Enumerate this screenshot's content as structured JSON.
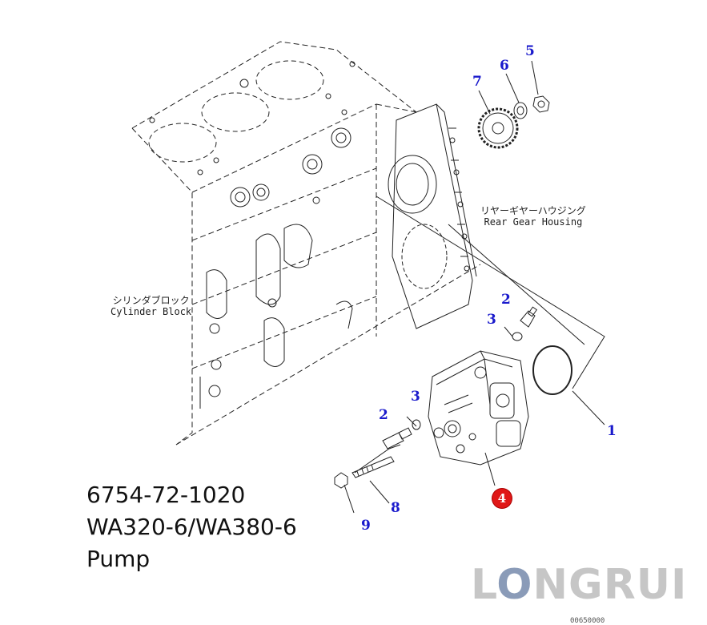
{
  "callouts": [
    {
      "id": "c5",
      "label": "5"
    },
    {
      "id": "c6",
      "label": "6"
    },
    {
      "id": "c7",
      "label": "7"
    },
    {
      "id": "c2a",
      "label": "2"
    },
    {
      "id": "c3a",
      "label": "3"
    },
    {
      "id": "c3b",
      "label": "3"
    },
    {
      "id": "c2b",
      "label": "2"
    },
    {
      "id": "c1",
      "label": "1"
    },
    {
      "id": "c4",
      "label": "4"
    },
    {
      "id": "c8",
      "label": "8"
    },
    {
      "id": "c9",
      "label": "9"
    }
  ],
  "labels": {
    "rear_gear_housing_jp": "リヤーギヤーハウジング",
    "rear_gear_housing_en": "Rear Gear Housing",
    "cylinder_block_jp": "シリンダブロック",
    "cylinder_block_en": "Cylinder Block"
  },
  "caption": {
    "part_number": "6754-72-1020",
    "models": "WA320-6/WA380-6",
    "name": "Pump"
  },
  "logo": {
    "text_l": "L",
    "text_o": "O",
    "text_rest": "NGRUI"
  },
  "footer_code": "00650000",
  "colors": {
    "callout_blue": "#1a1acc",
    "callout_red": "#e01818",
    "logo_gray": "#c6c6c6"
  }
}
